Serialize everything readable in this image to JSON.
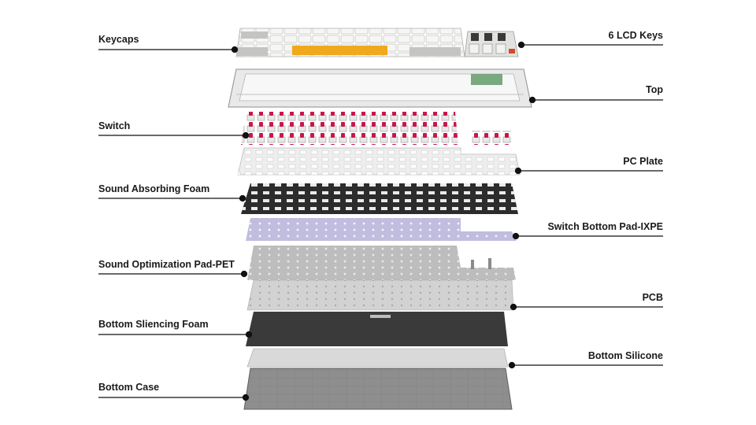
{
  "diagram": {
    "left_labels": [
      "Keycaps",
      "Switch",
      "Sound Absorbing Foam",
      "Sound Optimization Pad-PET",
      "Bottom Sliencing Foam",
      "Bottom Case"
    ],
    "right_labels": [
      "6 LCD Keys",
      "Top",
      "PC Plate",
      "Switch Bottom Pad-IXPE",
      "PCB",
      "Bottom Silicone"
    ]
  },
  "colors": {
    "leader_line": "#111111",
    "keycap_white": "#f1f1ef",
    "keycap_gray": "#bdbdbb",
    "keycap_accent": "#f0a91c",
    "switch_stem": "#c8174a",
    "pc_plate": "#eeeeee",
    "foam_dark": "#2c2c2c",
    "ixpe_lilac": "#b9b6dc",
    "pet_gray": "#bdbdbd",
    "pcb_gray": "#cfcfcf",
    "bottom_foam": "#3a3a3a",
    "silicone": "#d9d9d9",
    "case_smoke": "#8e8e8e"
  }
}
